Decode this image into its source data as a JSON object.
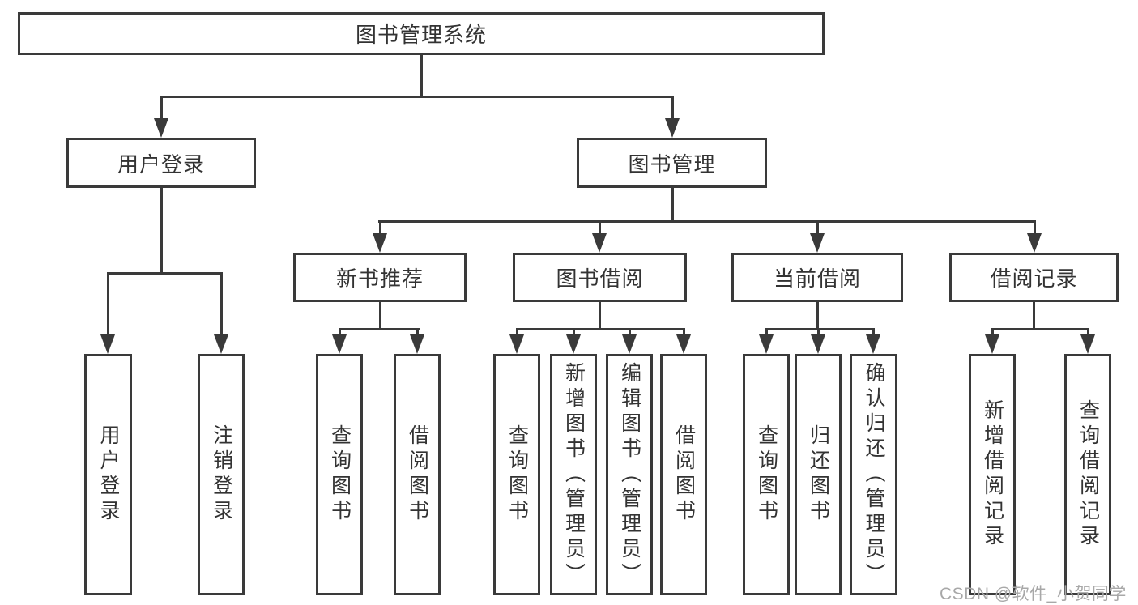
{
  "tree": {
    "root": {
      "label": "图书管理系统"
    },
    "branches": [
      {
        "label": "用户登录",
        "leaves": [
          {
            "label": "用户登录"
          },
          {
            "label": "注销登录"
          }
        ]
      },
      {
        "label": "图书管理",
        "groups": [
          {
            "label": "新书推荐",
            "leaves": [
              {
                "label": "查询图书"
              },
              {
                "label": "借阅图书"
              }
            ]
          },
          {
            "label": "图书借阅",
            "leaves": [
              {
                "label": "查询图书"
              },
              {
                "label": "新增图书（管理员）"
              },
              {
                "label": "编辑图书（管理员）"
              },
              {
                "label": "借阅图书"
              }
            ]
          },
          {
            "label": "当前借阅",
            "leaves": [
              {
                "label": "查询图书"
              },
              {
                "label": "归还图书"
              },
              {
                "label": "确认归还（管理员）"
              }
            ]
          },
          {
            "label": "借阅记录",
            "leaves": [
              {
                "label": "新增借阅记录"
              },
              {
                "label": "查询借阅记录"
              }
            ]
          }
        ]
      }
    ]
  },
  "watermark": "CSDN @软件_小贺同学",
  "colors": {
    "line": "#3a3a3a",
    "text": "#333333",
    "box_fill": "#ffffff",
    "background": "#ffffff",
    "watermark": "#a8a8a8"
  }
}
